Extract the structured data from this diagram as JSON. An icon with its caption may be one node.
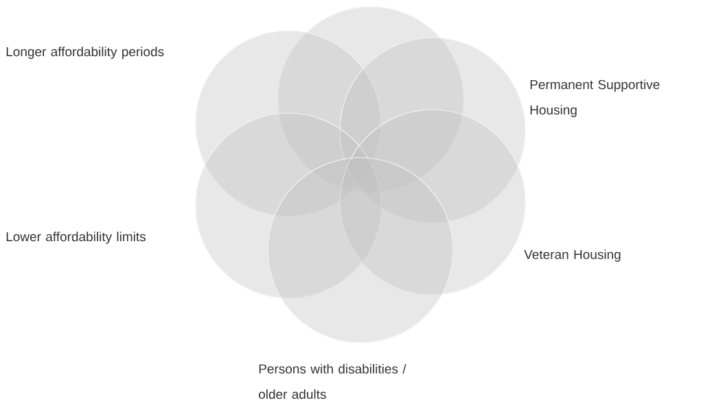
{
  "diagram": {
    "labels": [
      "Longer affordability periods",
      "Permanent Supportive Housing",
      "Lower affordability limits",
      "Veteran Housing",
      "Persons with disabilities / older adults"
    ]
  }
}
